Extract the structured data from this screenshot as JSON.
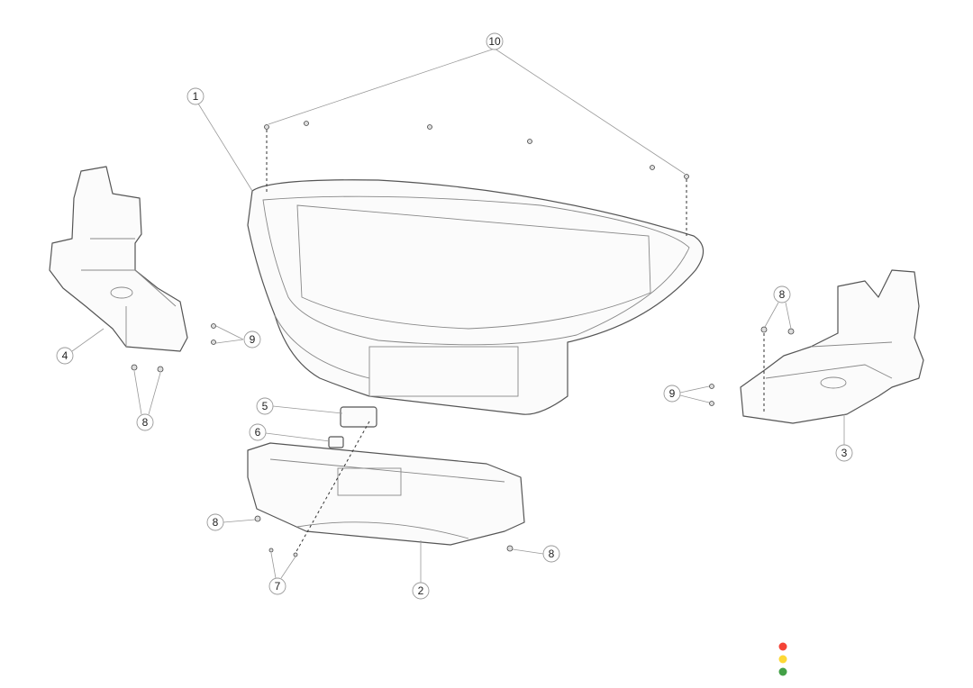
{
  "diagram": {
    "callouts": [
      {
        "id": "c10",
        "label": "10"
      },
      {
        "id": "c1",
        "label": "1"
      },
      {
        "id": "c4",
        "label": "4"
      },
      {
        "id": "c9a",
        "label": "9"
      },
      {
        "id": "c8a",
        "label": "8"
      },
      {
        "id": "c5",
        "label": "5"
      },
      {
        "id": "c6",
        "label": "6"
      },
      {
        "id": "c8b",
        "label": "8"
      },
      {
        "id": "c7",
        "label": "7"
      },
      {
        "id": "c2",
        "label": "2"
      },
      {
        "id": "c8c",
        "label": "8"
      },
      {
        "id": "c8d",
        "label": "8"
      },
      {
        "id": "c9b",
        "label": "9"
      },
      {
        "id": "c3",
        "label": "3"
      }
    ]
  },
  "status_dots": {
    "colors": [
      "#f44336",
      "#fdd835",
      "#43a047"
    ]
  }
}
